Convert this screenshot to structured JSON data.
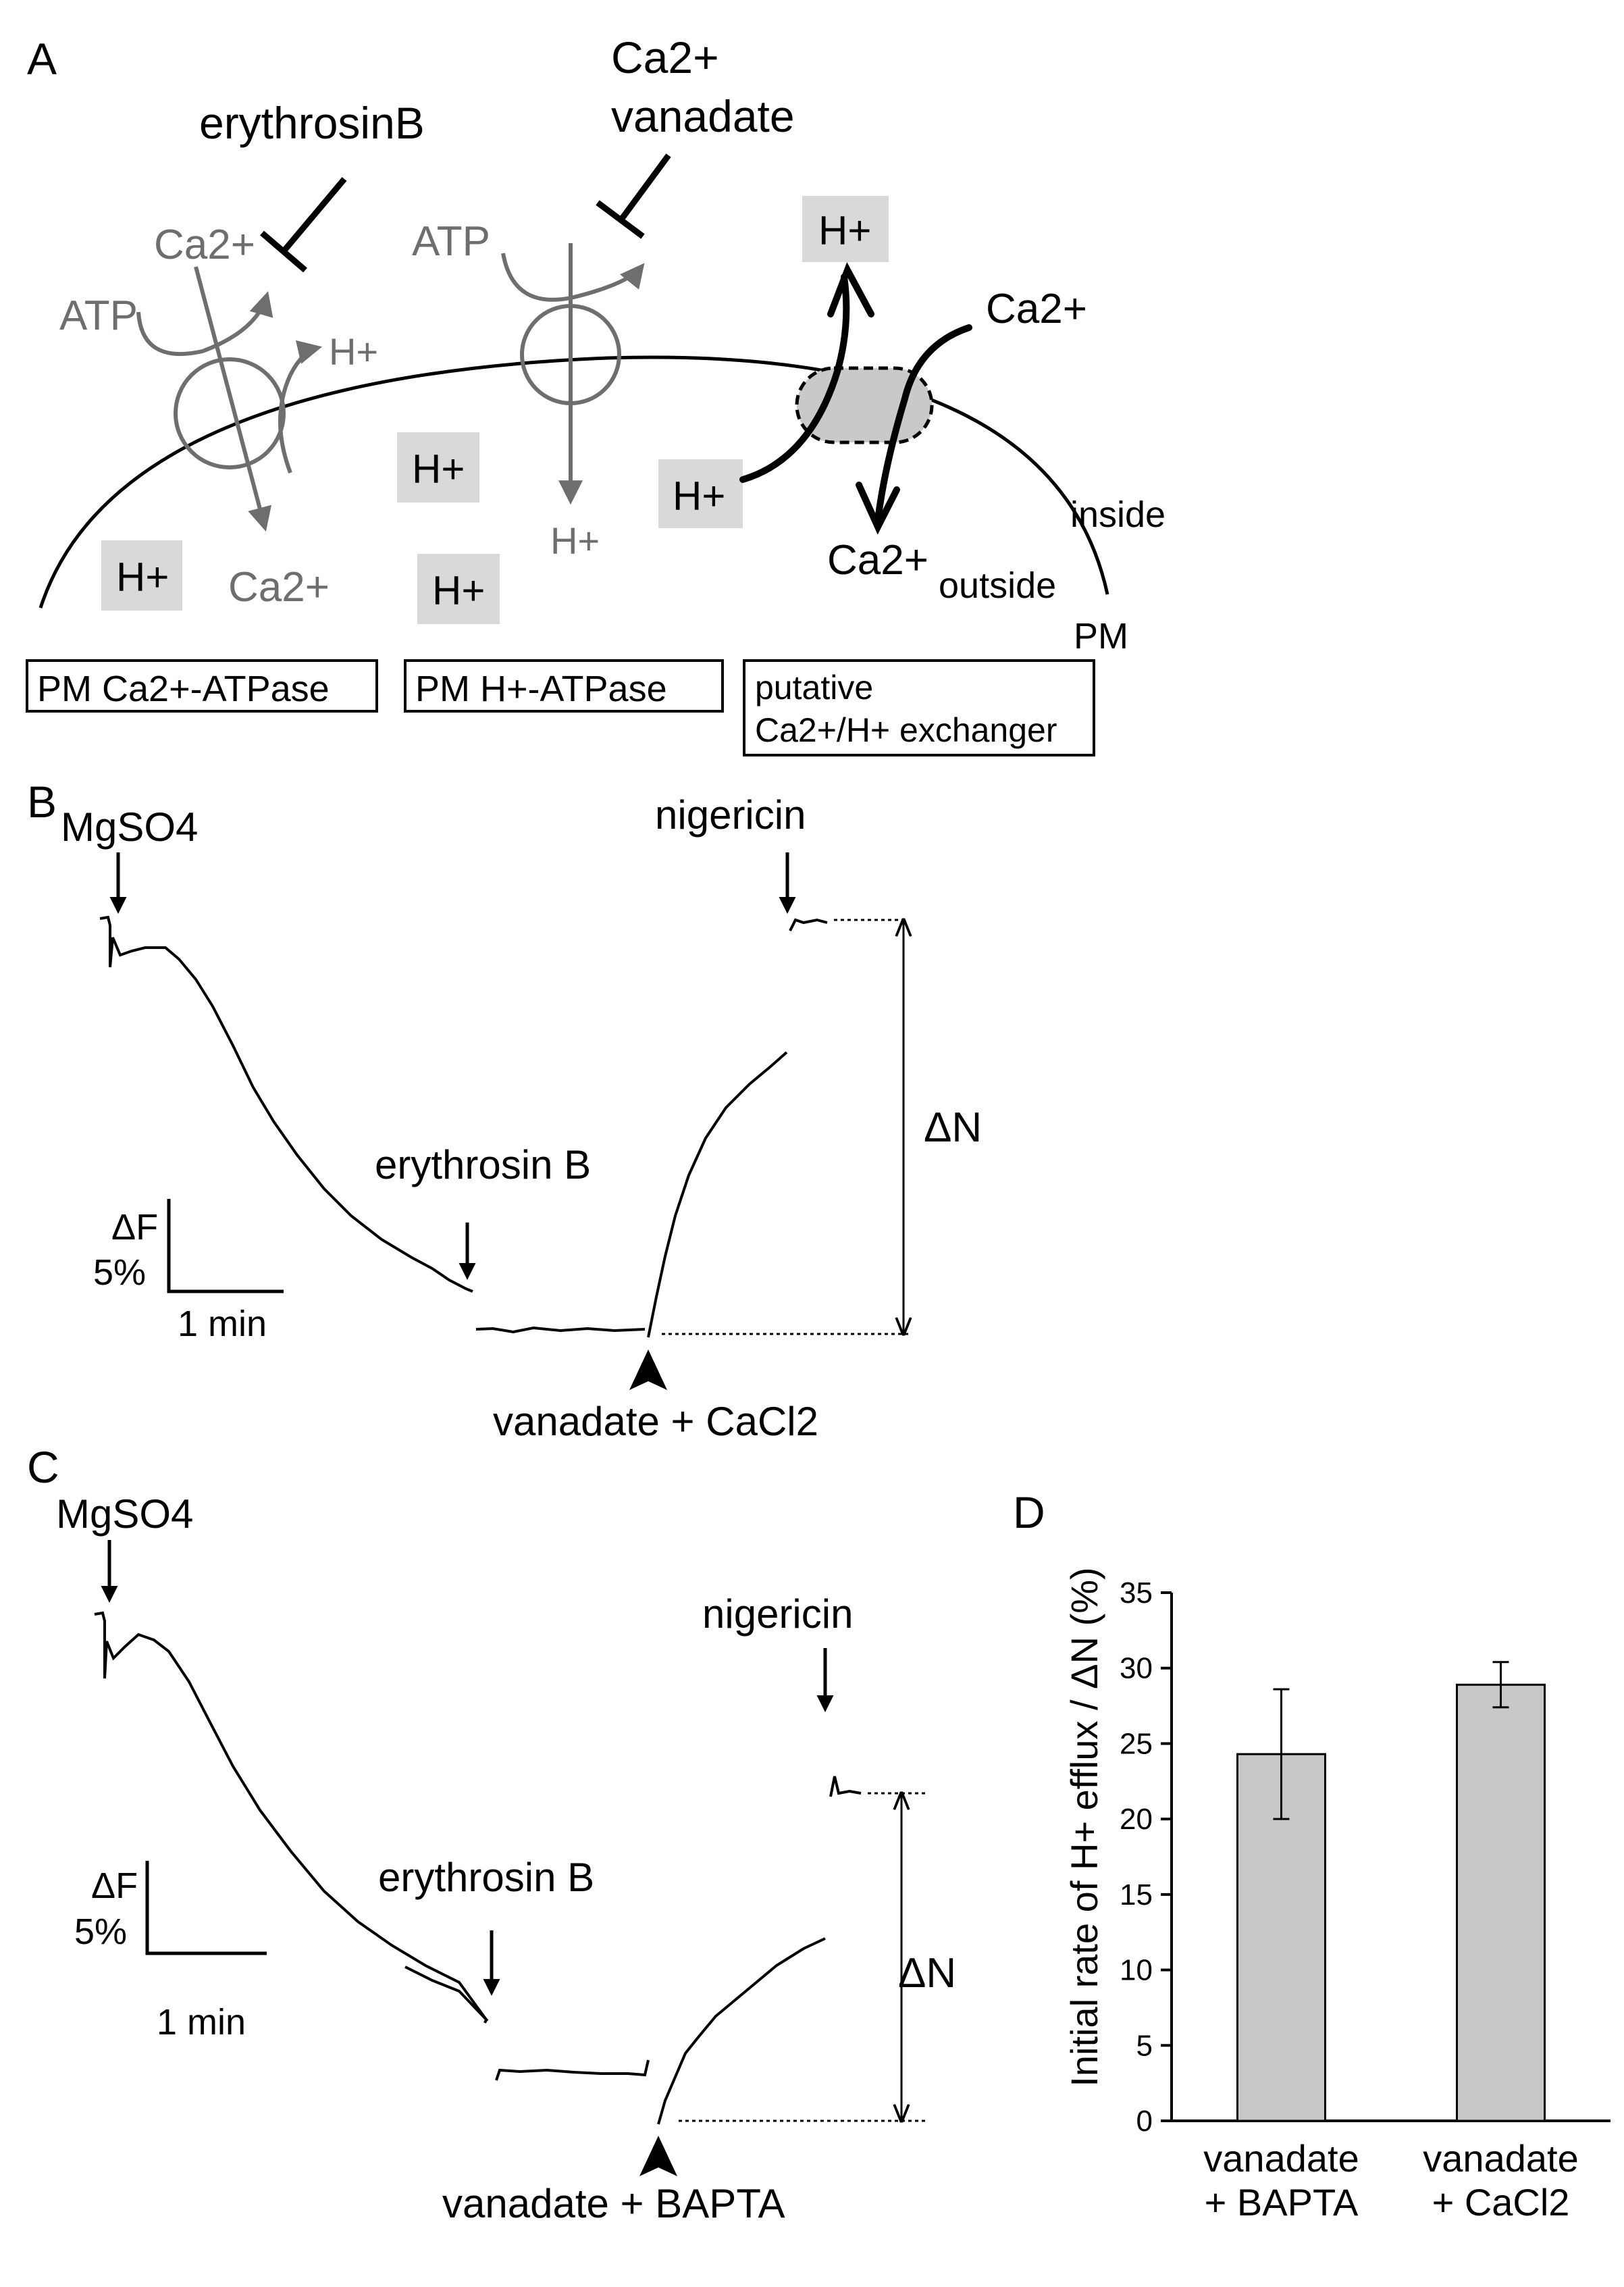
{
  "panel_a": {
    "label": "A",
    "inhibitor_left": "erythrosinB",
    "inhibitor_right_line1": "Ca2+",
    "inhibitor_right_line2": "vanadate",
    "ca_atpase": {
      "ca_in": "Ca2+",
      "atp": "ATP",
      "h": "H+",
      "ca_out": "Ca2+"
    },
    "h_atpase": {
      "atp": "ATP",
      "h": "H+"
    },
    "exchanger": {
      "h_top": "H+",
      "ca_top": "Ca2+",
      "h_in": "H+",
      "ca_out": "Ca2+"
    },
    "lumen_h": [
      "H+",
      "H+",
      "H+"
    ],
    "side_inside": "inside",
    "side_outside": "outside",
    "membrane": "PM",
    "box_ca_atpase": "PM Ca2+-ATPase",
    "box_h_atpase": "PM H+-ATPase",
    "box_exchanger_line1": "putative",
    "box_exchanger_line2": "Ca2+/H+ exchanger",
    "colors": {
      "pump_gray": "#6e6e6e",
      "highlight_box": "#d9d9d9",
      "exchanger_fill": "#c9c9c9"
    }
  },
  "panel_b": {
    "label": "B",
    "mgso4": "MgSO4",
    "erythrosin": "erythrosin B",
    "nigericin": "nigericin",
    "treatment": "vanadate + CaCl2",
    "delta_n": "ΔN",
    "scale_f": "ΔF",
    "scale_pct": "5%",
    "scale_time": "1 min"
  },
  "panel_c": {
    "label": "C",
    "mgso4": "MgSO4",
    "erythrosin": "erythrosin B",
    "nigericin": "nigericin",
    "treatment": "vanadate + BAPTA",
    "delta_n": "ΔN",
    "scale_f": "ΔF",
    "scale_pct": "5%",
    "scale_time": "1 min"
  },
  "panel_d": {
    "label": "D"
  },
  "chart_data": {
    "type": "bar",
    "ylabel": "Initial rate of H+ efflux / ΔN (%)",
    "ylim": [
      0,
      35
    ],
    "yticks": [
      0,
      5,
      10,
      15,
      20,
      25,
      30,
      35
    ],
    "categories": [
      {
        "line1": "vanadate",
        "line2": "+ BAPTA"
      },
      {
        "line1": "vanadate",
        "line2": "+ CaCl2"
      }
    ],
    "values": [
      24.3,
      28.9
    ],
    "errors": [
      4.3,
      1.5
    ],
    "bar_color": "#c8c8c8",
    "grid": false
  }
}
